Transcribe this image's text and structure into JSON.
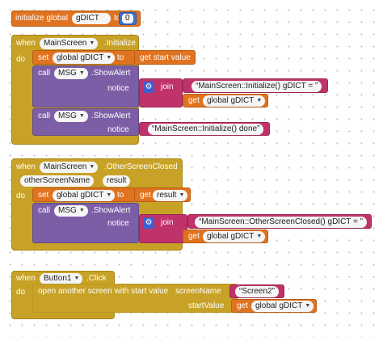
{
  "global_init": {
    "prefix": "initialize global",
    "var_name": "gDICT",
    "to": "to",
    "value": "0"
  },
  "block1": {
    "when": "when",
    "component": "MainScreen",
    "event": ".Initialize",
    "do": "do",
    "set": "set",
    "set_var": "global gDICT",
    "to": "to",
    "get_start_value": "get start value",
    "call1": {
      "call": "call",
      "component": "MSG",
      "method": ".ShowAlert",
      "notice": "notice",
      "join": "join",
      "text": "MainScreen::Initialize() gDICT = ",
      "get": "get",
      "get_var": "global gDICT"
    },
    "call2": {
      "call": "call",
      "component": "MSG",
      "method": ".ShowAlert",
      "notice": "notice",
      "text": "MainScreen::Initialize() done"
    }
  },
  "block2": {
    "when": "when",
    "component": "MainScreen",
    "event": ".OtherScreenClosed",
    "param1": "otherScreenName",
    "param2": "result",
    "do": "do",
    "set": "set",
    "set_var": "global gDICT",
    "to": "to",
    "get": "get",
    "get_var": "result",
    "call": {
      "call": "call",
      "component": "MSG",
      "method": ".ShowAlert",
      "notice": "notice",
      "join": "join",
      "text": "MainScreen::OtherScreenClosed() gDICT = ",
      "get": "get",
      "get_var": "global gDICT"
    }
  },
  "block3": {
    "when": "when",
    "component": "Button1",
    "event": ".Click",
    "do": "do",
    "action": "open another screen with start value",
    "screen_name_label": "screenName",
    "screen_name_value": "Screen2",
    "start_value_label": "startValue",
    "get": "get",
    "get_var": "global gDICT"
  },
  "colors": {
    "event": "#c8a227",
    "variable": "#e0731f",
    "component": "#7c5ea6",
    "text": "#c0336a",
    "math": "#3b6fd6"
  }
}
